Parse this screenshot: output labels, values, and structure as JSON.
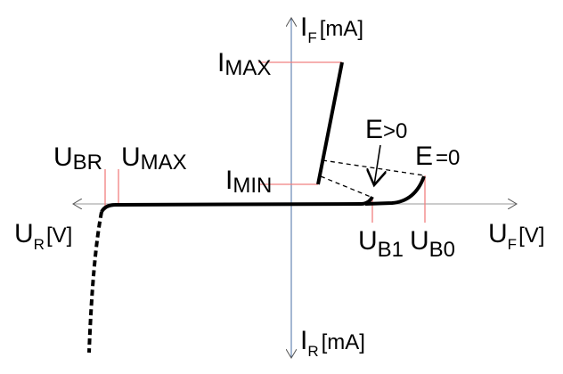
{
  "labels": {
    "if_axis": {
      "main": "I",
      "sub": "F",
      "unit": "[mA]"
    },
    "ir_axis": {
      "main": "I",
      "sub": "R",
      "unit": "[mA]"
    },
    "uf_axis": {
      "main": "U",
      "sub": "F",
      "unit": "[V]"
    },
    "ur_axis": {
      "main": "U",
      "sub": "R",
      "unit": "[V]"
    },
    "imax": {
      "main": "I",
      "sub": "MAX"
    },
    "imin": {
      "main": "I",
      "sub": "MIN"
    },
    "ubr": {
      "main": "U",
      "sub": "BR"
    },
    "umax": {
      "main": "U",
      "sub": "MAX"
    },
    "ub1": {
      "main": "U",
      "sub": "B1"
    },
    "ub0": {
      "main": "U",
      "sub": "B0"
    },
    "e_pos": {
      "main": "E",
      "rest": ">0"
    },
    "e_zero": {
      "main": "E",
      "rest": "=0"
    }
  },
  "colors": {
    "curve": "#000000",
    "marker": "#f08080",
    "vaxis": "#4a6fa5",
    "haxis": "#999999"
  }
}
